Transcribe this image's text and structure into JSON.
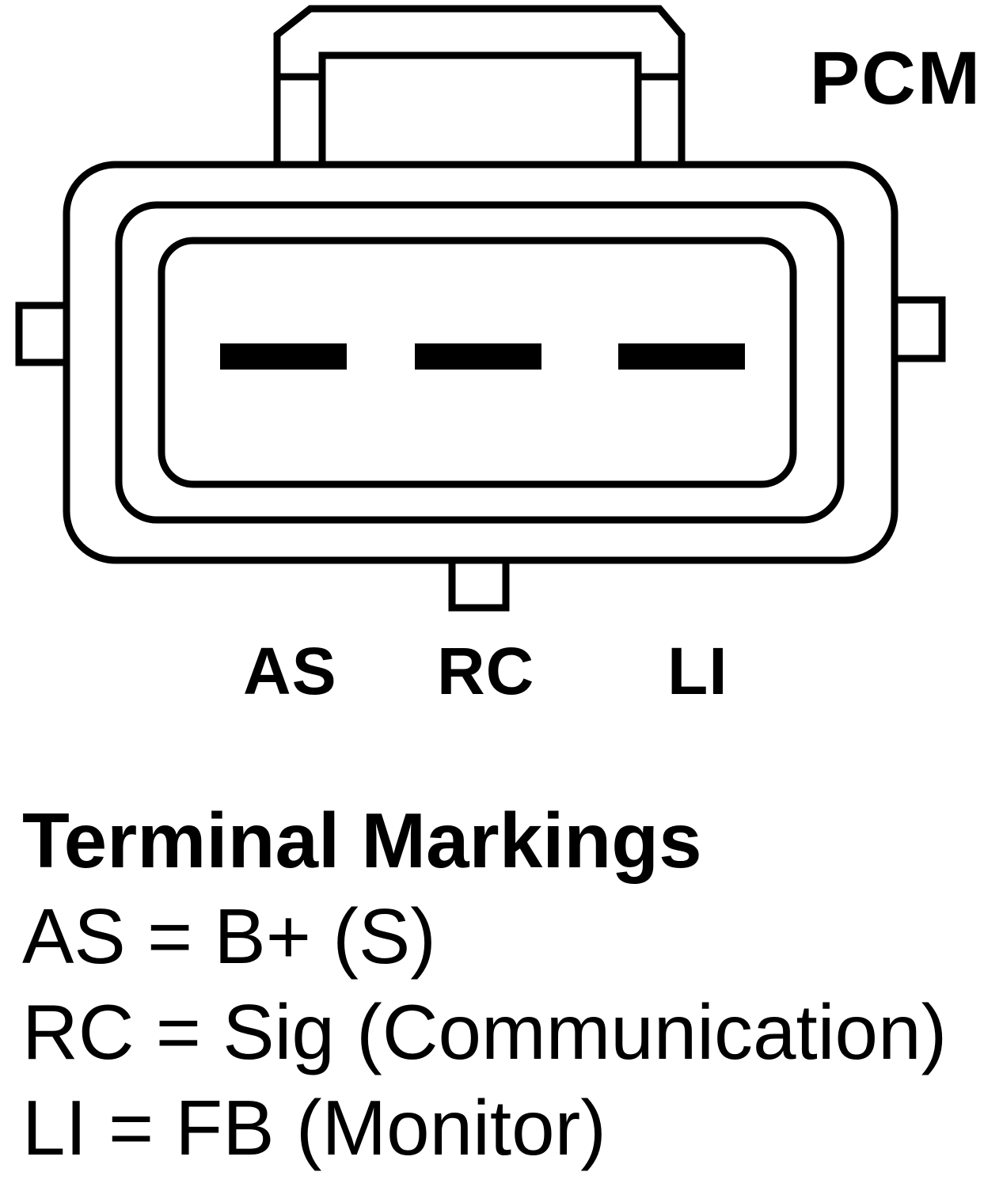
{
  "diagram": {
    "connector_label": "PCM",
    "pins": [
      {
        "label": "AS"
      },
      {
        "label": "RC"
      },
      {
        "label": "LI"
      }
    ]
  },
  "legend": {
    "title": "Terminal Markings",
    "entries": [
      "AS = B+ (S)",
      "RC = Sig (Communication)",
      "LI = FB (Monitor)"
    ]
  },
  "colors": {
    "line": "#000000",
    "background": "#ffffff"
  }
}
